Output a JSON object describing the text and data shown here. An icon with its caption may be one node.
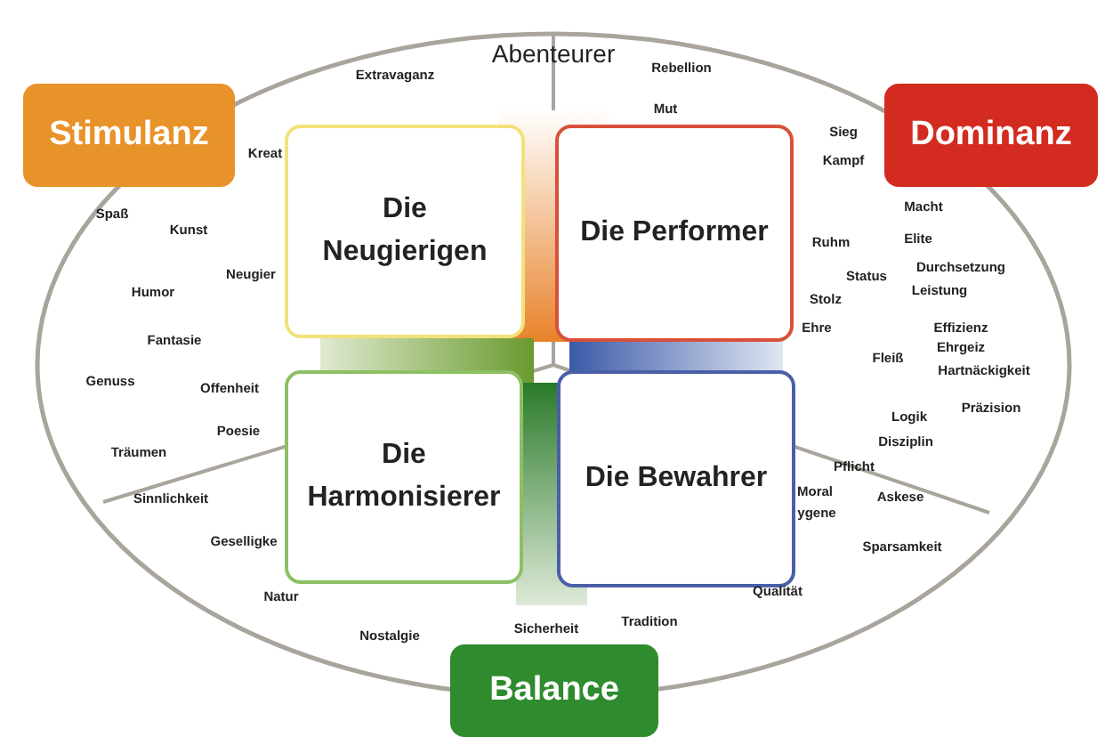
{
  "diagram": {
    "nodes": [
      {
        "text": [
          "Stimulanz"
        ]
      },
      {
        "text": [
          "Dominanz"
        ]
      },
      {
        "text": [
          "Die Neugierigen"
        ]
      },
      {
        "text": [
          "Die Performer"
        ]
      },
      {
        "text": [
          "Die Harmonisierer"
        ]
      },
      {
        "text": [
          "Die Bewahrer"
        ]
      },
      {
        "text": [
          "Balance"
        ]
      }
    ],
    "labels": [
      "Extravaganz",
      "Abenteurer",
      "Rebellion",
      "Mut",
      "Sieg",
      "Kampf",
      "Kreat",
      "Spaß",
      "Kunst",
      "Neugier",
      "Humor",
      "Fantasie",
      "Macht",
      "Ruhm",
      "Elite",
      "Status",
      "Durchsetzung",
      "Stolz",
      "Leistung",
      "Ehre",
      "Effizienz",
      "Ehrgeiz",
      "Fleiß",
      "Hartnäckigkeit",
      "Genuss",
      "Offenheit",
      "Präzision",
      "Logik",
      "Poesie",
      "Disziplin",
      "Träumen",
      "Pflicht",
      "Sinnlichkeit",
      "Moral",
      "Askese",
      "ygene",
      "Geselligke",
      "Sparsamkeit",
      "Natur",
      "Qualität",
      "Tradition",
      "Sicherheit",
      "Nostalgie"
    ]
  }
}
